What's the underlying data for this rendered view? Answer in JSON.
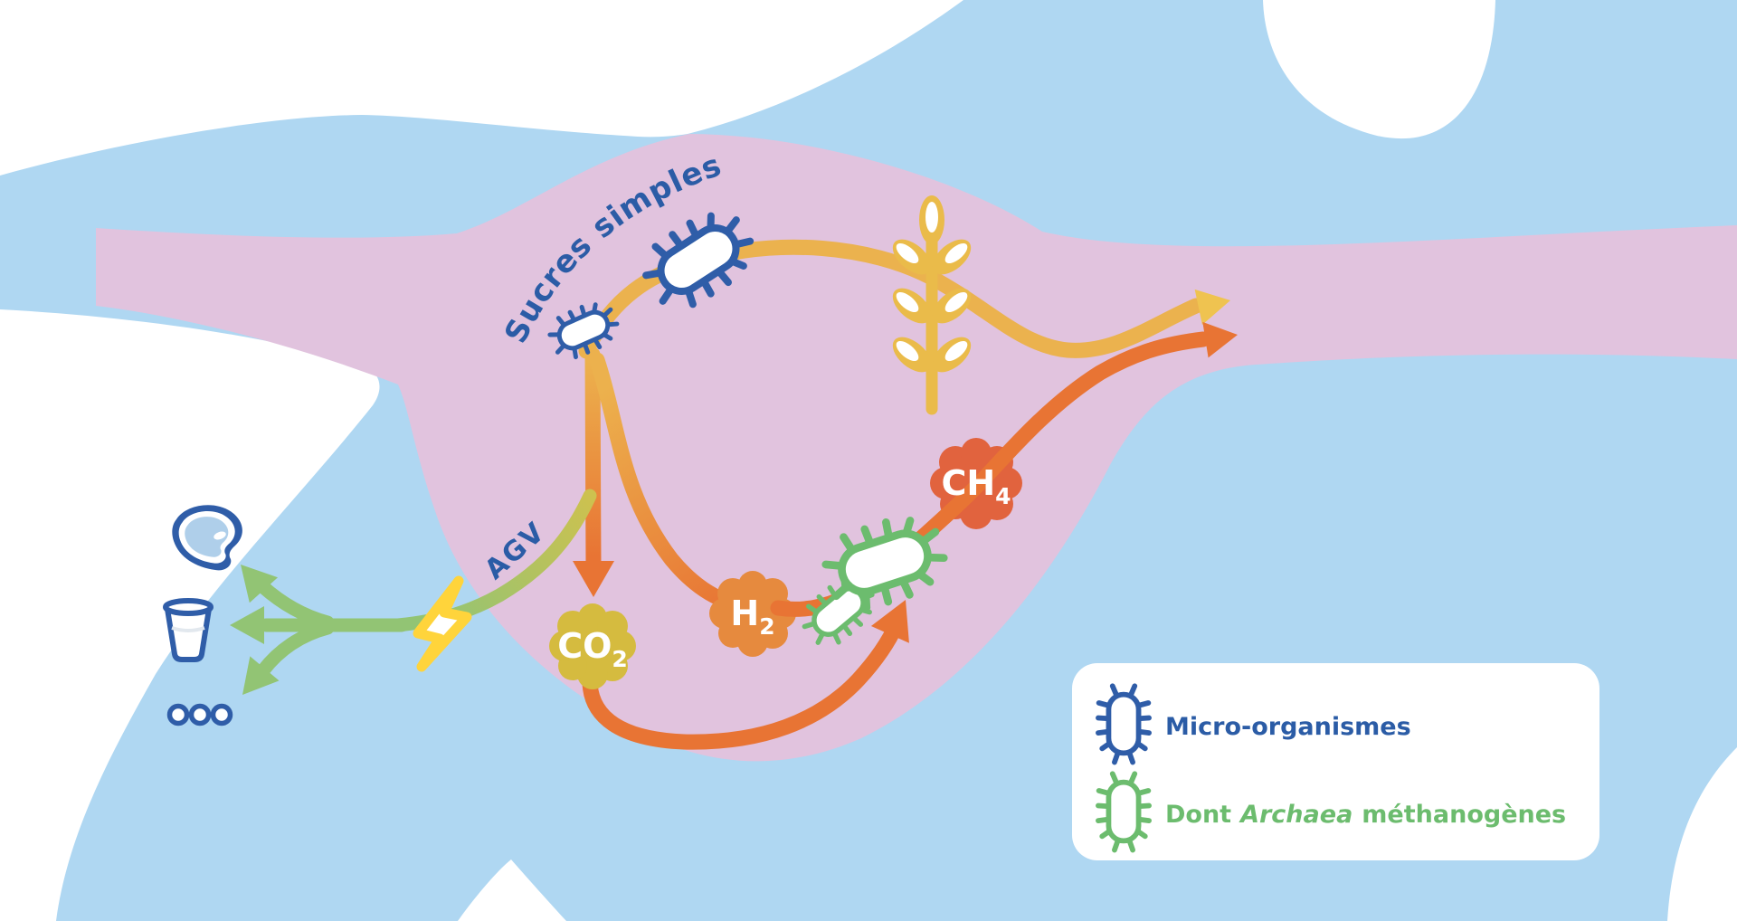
{
  "colors": {
    "background": "#FFFFFF",
    "cow_blue": "#AFD7F2",
    "rumen_pink": "#E1C3DE",
    "flow_yellow": "#EBB24E",
    "flow_yellow_head": "#EFC350",
    "flow_orange": "#E87434",
    "green_arrow": "#92C474",
    "co2_cloud": "#D5BB3F",
    "h2_cloud": "#E68A3E",
    "ch4_cloud": "#E1633E",
    "microbe_blue": "#2F5DA8",
    "archaea_green": "#6CBC6E",
    "text_navy": "#2B5CA6",
    "lightning_yellow": "#FFD43B",
    "wheat_gold": "#EABB4A",
    "steak_fill": "#AFCFEA",
    "legend_bg": "#FFFFFF"
  },
  "labels": {
    "sucres_simples": "Sucres simples",
    "agv": "AGV"
  },
  "molecules": {
    "co2": {
      "base": "CO",
      "sub": "2"
    },
    "h2": {
      "base": "H",
      "sub": "2"
    },
    "ch4": {
      "base": "CH",
      "sub": "4"
    }
  },
  "legend": {
    "micro_organismes": "Micro-organismes",
    "dont": "Dont",
    "archaea": "Archaea",
    "methanogenes": "méthanogènes"
  },
  "icons": {
    "wheat": "wheat-icon",
    "lightning": "lightning-bolt-icon",
    "steak": "steak-icon",
    "milk_glass": "milk-glass-icon",
    "other_products": "ellipsis-dots-icon",
    "microbe_blue": "bacterium-icon",
    "microbe_green": "archaea-bacterium-icon"
  }
}
